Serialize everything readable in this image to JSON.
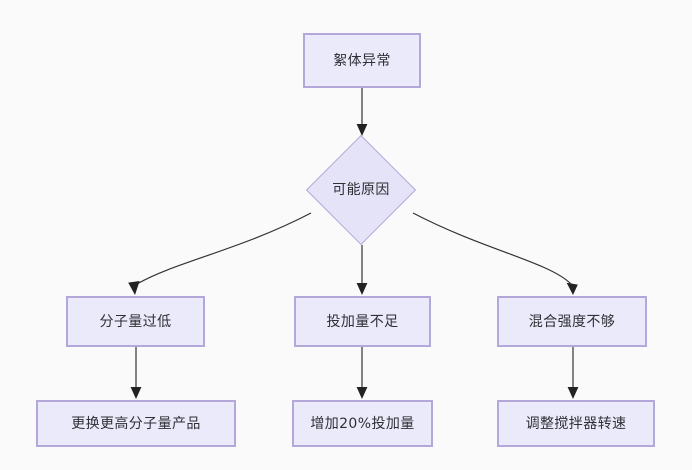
{
  "diagram": {
    "type": "flowchart",
    "title_text": "",
    "background_color": "#fafafa",
    "node_fill_color": "#ebeafa",
    "node_border_color": "#b3a8d9",
    "edge_color": "#333333",
    "text_color": "#2f2f35",
    "nodes": {
      "problem": {
        "label": "絮体异常",
        "shape": "rectangle"
      },
      "decision": {
        "label": "可能原因",
        "shape": "diamond"
      },
      "cause_mw": {
        "label": "分子量过低",
        "shape": "rectangle"
      },
      "cause_dosage": {
        "label": "投加量不足",
        "shape": "rectangle"
      },
      "cause_mixing": {
        "label": "混合强度不够",
        "shape": "rectangle"
      },
      "action_mw": {
        "label": "更换更高分子量产品",
        "shape": "rectangle"
      },
      "action_dosage": {
        "label": "增加20%投加量",
        "shape": "rectangle"
      },
      "action_mixing": {
        "label": "调整搅拌器转速",
        "shape": "rectangle"
      }
    },
    "edges": [
      {
        "from": "problem",
        "to": "decision",
        "style": "straight",
        "label": ""
      },
      {
        "from": "decision",
        "to": "cause_mw",
        "style": "curved",
        "label": ""
      },
      {
        "from": "decision",
        "to": "cause_dosage",
        "style": "straight",
        "label": ""
      },
      {
        "from": "decision",
        "to": "cause_mixing",
        "style": "curved",
        "label": ""
      },
      {
        "from": "cause_mw",
        "to": "action_mw",
        "style": "straight",
        "label": ""
      },
      {
        "from": "cause_dosage",
        "to": "action_dosage",
        "style": "straight",
        "label": ""
      },
      {
        "from": "cause_mixing",
        "to": "action_mixing",
        "style": "straight",
        "label": ""
      }
    ]
  }
}
